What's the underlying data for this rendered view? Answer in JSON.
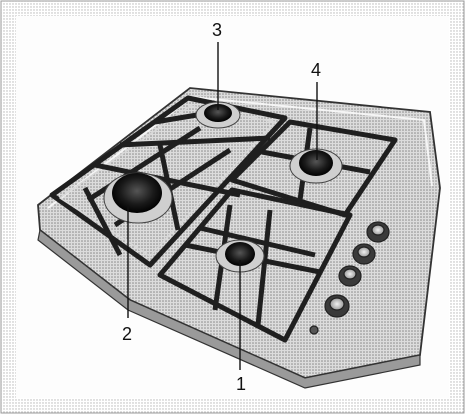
{
  "figure": {
    "callouts": [
      {
        "label": "1",
        "part": "burner"
      },
      {
        "label": "2",
        "part": "burner"
      },
      {
        "label": "3",
        "part": "burner"
      },
      {
        "label": "4",
        "part": "burner"
      }
    ],
    "colors": {
      "frame": "#c8c8c8",
      "hob_surface": "#e6e6e6",
      "grate": "#2a2a2a",
      "burner": "#1a1a1a",
      "text": "#111111"
    }
  }
}
